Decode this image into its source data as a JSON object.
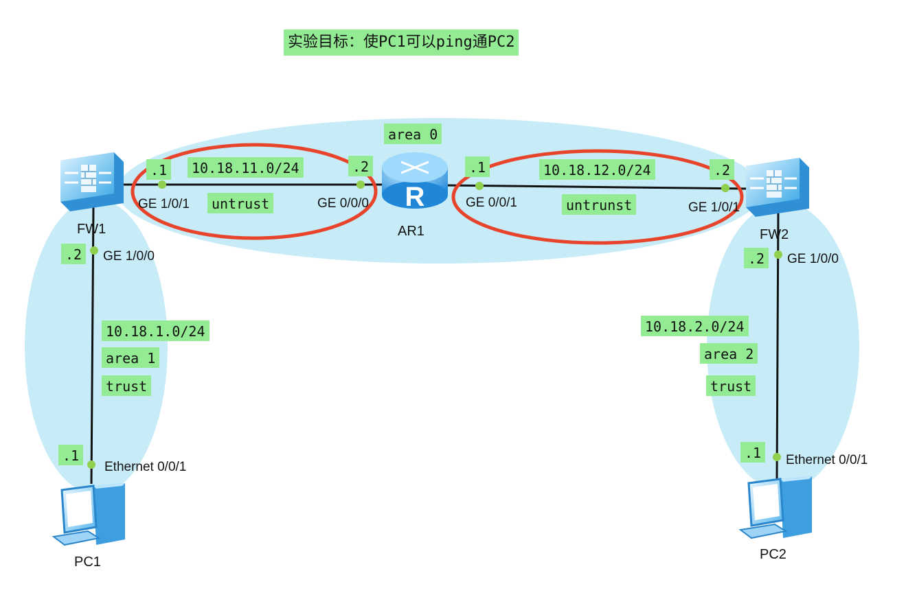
{
  "title": "实验目标：使PC1可以ping通PC2",
  "devices": {
    "fw1": "FW1",
    "fw2": "FW2",
    "ar1": "AR1",
    "pc1": "PC1",
    "pc2": "PC2",
    "router_glyph": "R"
  },
  "areas": {
    "area0": "area 0",
    "area1": "area 1",
    "area2": "area 2"
  },
  "networks": {
    "net_11": "10.18.11.0/24",
    "net_12": "10.18.12.0/24",
    "net_1": "10.18.1.0/24",
    "net_2": "10.18.2.0/24"
  },
  "zones": {
    "untrust_left": "untrust",
    "untrust_right": "untrunst",
    "trust_left": "trust",
    "trust_right": "trust"
  },
  "hosts": {
    "fw1_ge101": ".1",
    "ar1_ge000": ".2",
    "ar1_ge001": ".1",
    "fw2_ge101": ".2",
    "fw1_ge100": ".2",
    "pc1_eth": ".1",
    "fw2_ge100": ".2",
    "pc2_eth": ".1"
  },
  "interfaces": {
    "fw1_ge101": "GE 1/0/1",
    "ar1_ge000": "GE 0/0/0",
    "ar1_ge001": "GE 0/0/1",
    "fw2_ge101": "GE 1/0/1",
    "fw1_ge100": "GE 1/0/0",
    "fw2_ge100": "GE 1/0/0",
    "pc1_eth": "Ethernet 0/0/1",
    "pc2_eth": "Ethernet 0/0/1"
  },
  "colors": {
    "area_fill": "#c7ecf7",
    "zone_ring": "#e8432b",
    "label_bg": "#93ec93",
    "port_dot": "#8fd14f",
    "link": "#111111"
  }
}
